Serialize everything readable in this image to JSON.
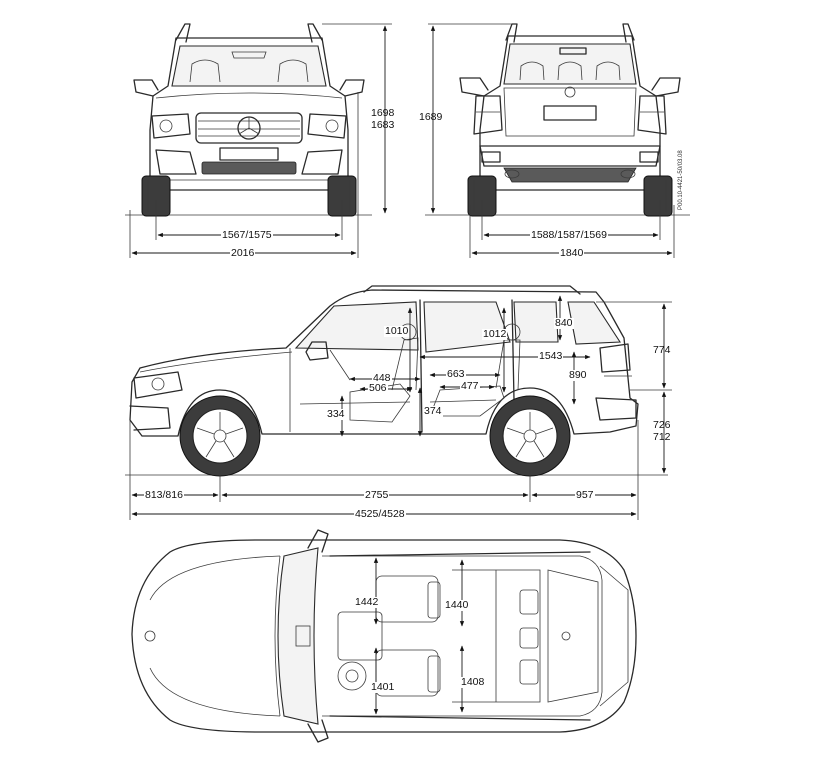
{
  "views": {
    "front": {
      "height_label": "1698\n1683",
      "height_top": "1698",
      "height_bottom": "1683",
      "track_label": "1567/1575",
      "width_label": "2016"
    },
    "rear": {
      "height_label": "1689",
      "track_label": "1588/1587/1569",
      "width_label": "1840",
      "drawing_code": "P00.10-4421-50/03.08"
    },
    "side": {
      "headroom_front": "1010",
      "headroom_rear": "1012",
      "rear_headroom_2": "840",
      "interior_length": "1543",
      "front_legroom": "448",
      "front_seat_depth": "506",
      "rear_legroom": "663",
      "rear_seat_depth": "477",
      "rear_cargo_height": "890",
      "front_seat_height": "334",
      "rear_seat_height": "374",
      "upper_height": "774",
      "lower_height_top": "726",
      "lower_height_bottom": "712",
      "front_overhang": "813/816",
      "wheelbase": "2755",
      "rear_overhang": "957",
      "overall_length": "4525/4528"
    },
    "top": {
      "front_shoulder": "1442",
      "rear_shoulder": "1440",
      "front_hip": "1401",
      "rear_hip": "1408"
    }
  }
}
